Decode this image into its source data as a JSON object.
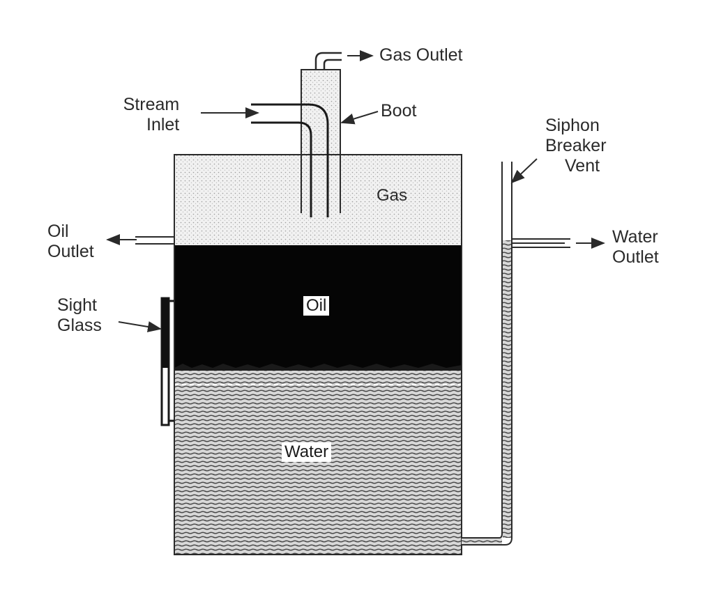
{
  "labels": {
    "gas_outlet": "Gas Outlet",
    "stream_inlet_line1": "Stream",
    "stream_inlet_line2": "Inlet",
    "boot": "Boot",
    "siphon_line1": "Siphon",
    "siphon_line2": "Breaker",
    "siphon_line3": "Vent",
    "oil_outlet_line1": "Oil",
    "oil_outlet_line2": "Outlet",
    "water_outlet_line1": "Water",
    "water_outlet_line2": "Outlet",
    "sight_glass_line1": "Sight",
    "sight_glass_line2": "Glass"
  },
  "zones": {
    "gas": "Gas",
    "oil": "Oil",
    "water": "Water"
  }
}
